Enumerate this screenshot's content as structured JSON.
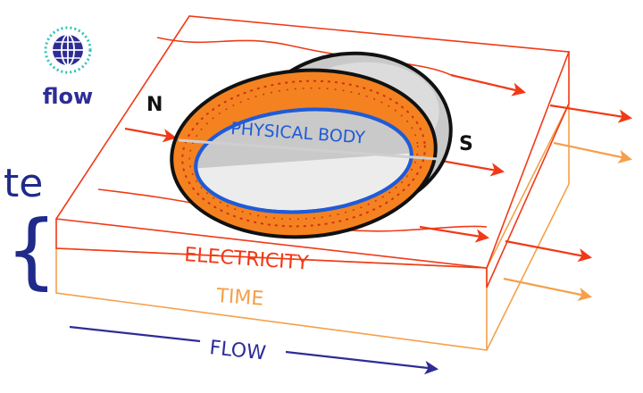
{
  "logo": {
    "text": "flow",
    "icon": "globe-icon",
    "color": "#2e2d96",
    "ring_color": "#2ec4b6"
  },
  "side_symbol": {
    "text": "te",
    "brace": "{",
    "color": "#1f2a8a"
  },
  "labels": {
    "north": "N",
    "south": "S",
    "body": "PHYSICAL BODY",
    "electricity": "ELECTRICITY",
    "time": "TIME",
    "flow": "FLOW"
  },
  "colors": {
    "electricity": "#f03a17",
    "time": "#f5a04a",
    "flow": "#2e2d96",
    "body_outline": "#1e5bd8",
    "torus_fill": "#f58220",
    "torus_swirl": "#d0301a",
    "body_fill": "#e6e6e6",
    "dark": "#111111"
  }
}
